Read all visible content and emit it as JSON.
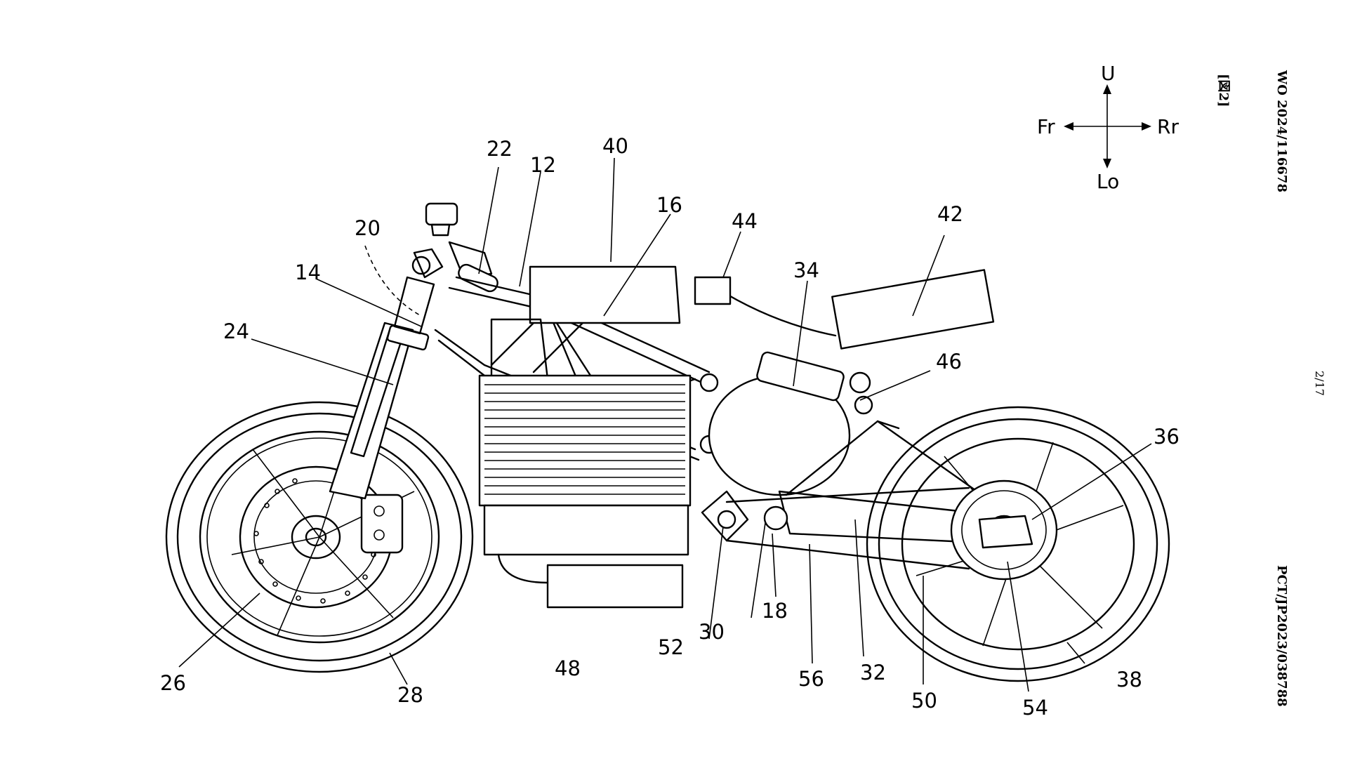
{
  "figure": {
    "header_tag": "[図2]",
    "pub_number": "WO 2024/116678",
    "app_number": "PCT/JP2023/038788",
    "page": "2/17"
  },
  "direction": {
    "up": "U",
    "down": "Lo",
    "front": "Fr",
    "rear": "Rr"
  },
  "labels": {
    "l12": "12",
    "l14": "14",
    "l16": "16",
    "l18": "18",
    "l20": "20",
    "l22": "22",
    "l24": "24",
    "l26": "26",
    "l28": "28",
    "l30": "30",
    "l32": "32",
    "l34": "34",
    "l36": "36",
    "l38": "38",
    "l40": "40",
    "l42": "42",
    "l44": "44",
    "l46": "46",
    "l48": "48",
    "l50": "50",
    "l52": "52",
    "l54": "54",
    "l56": "56"
  }
}
